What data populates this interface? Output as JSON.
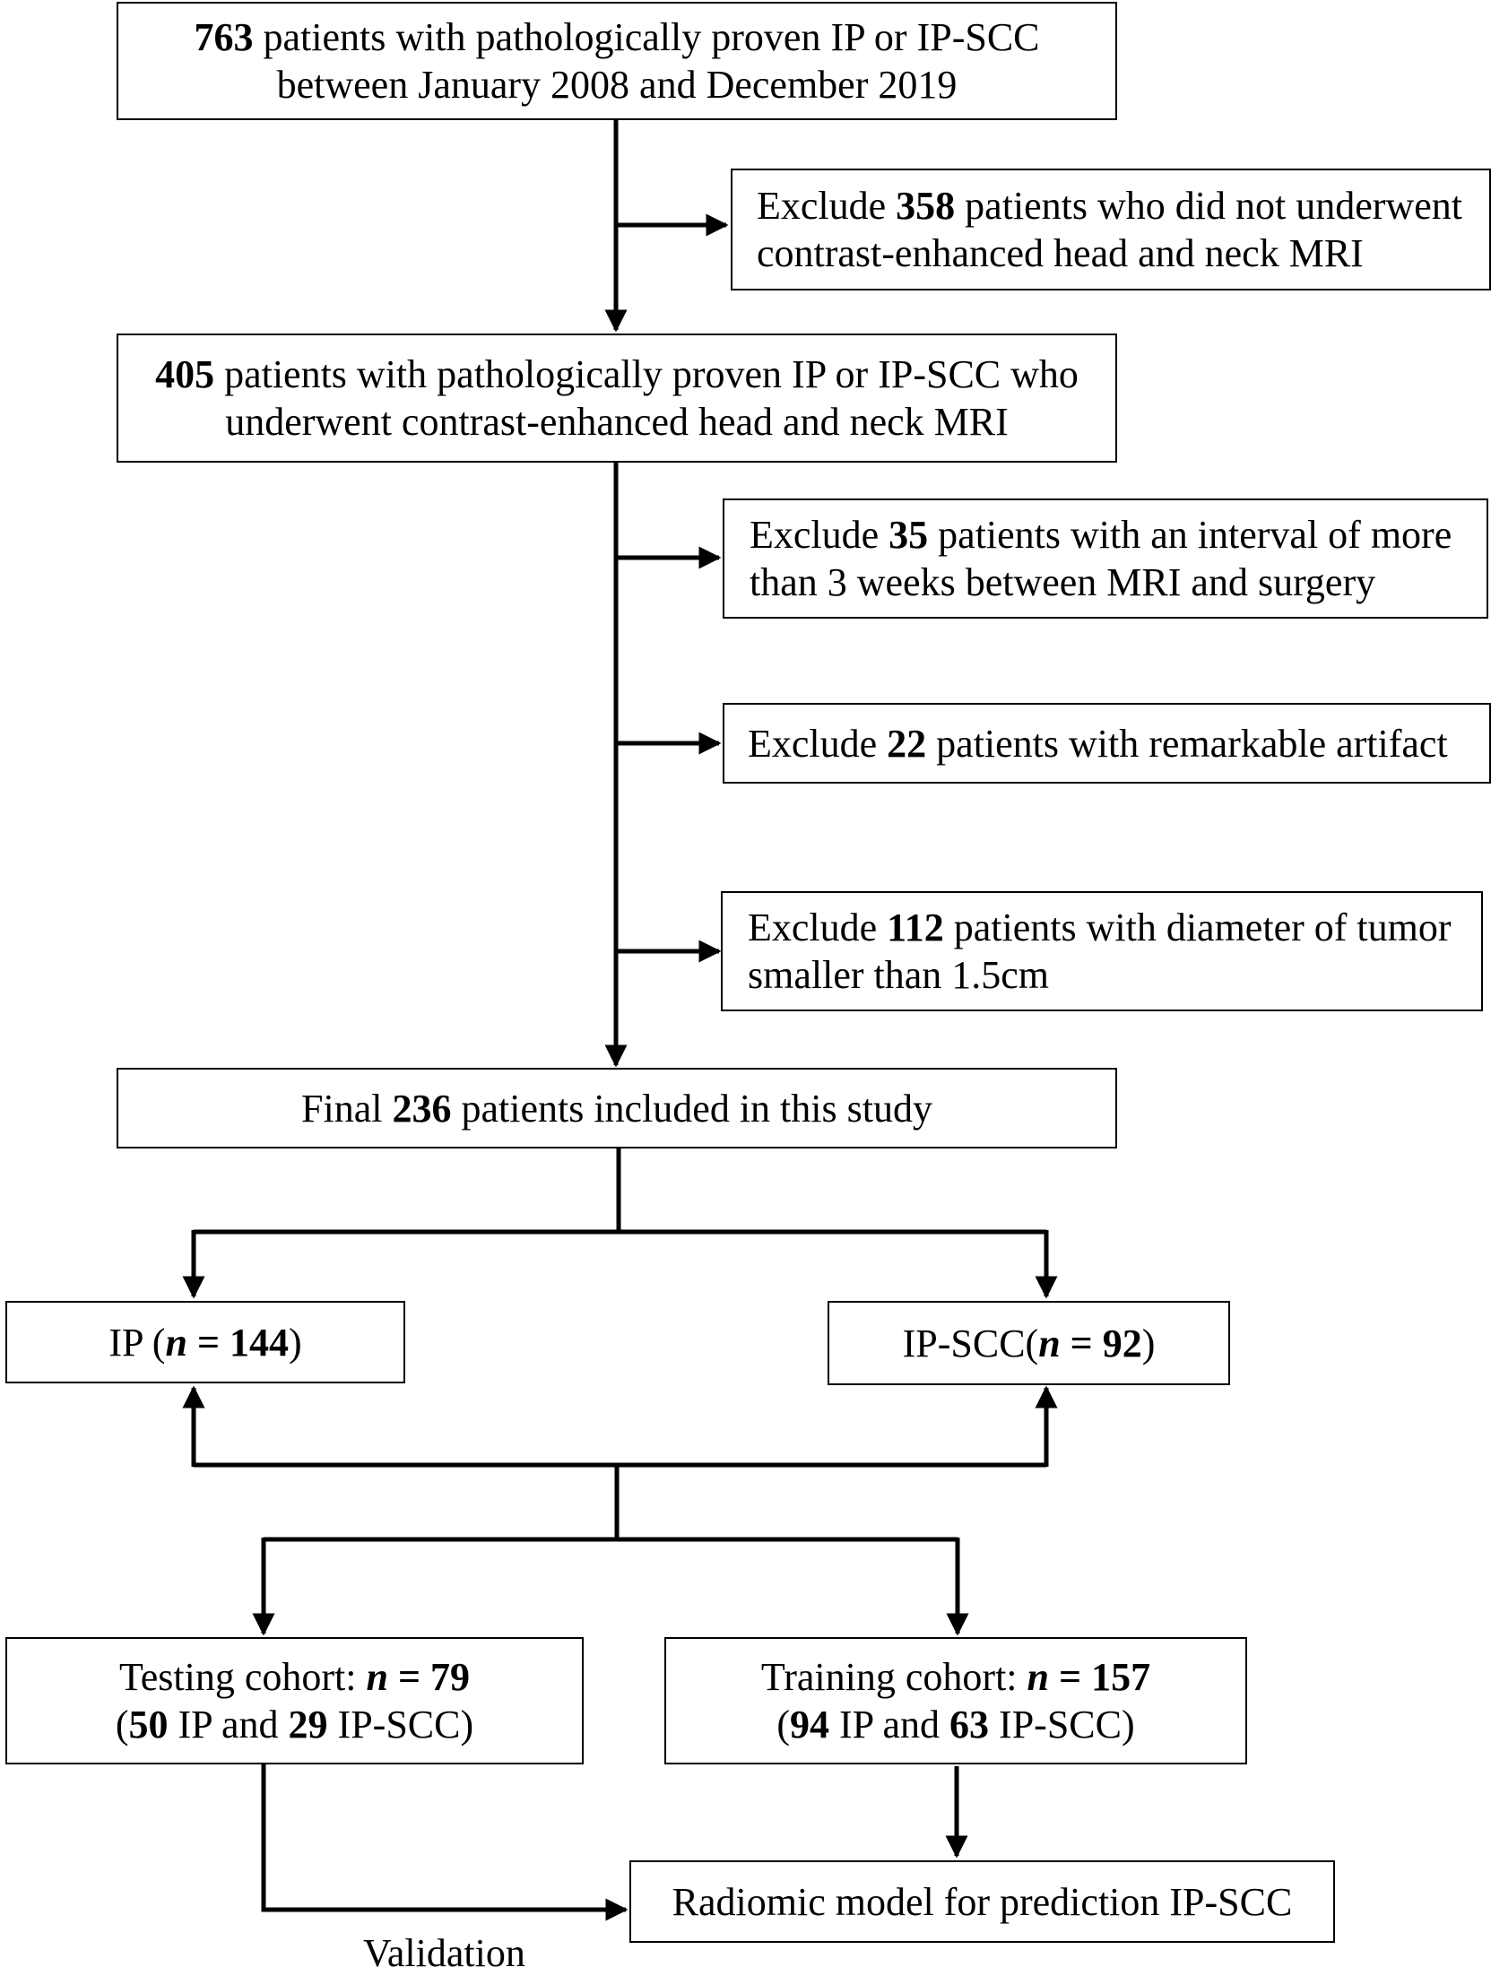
{
  "boxes": {
    "initial": {
      "l1_num": "763",
      "l1_rest": " patients with pathologically proven IP or IP-SCC",
      "l2": "between January 2008 and December 2019"
    },
    "excl1": {
      "l1_pre": "Exclude ",
      "l1_num": "358",
      "l1_rest": " patients who did not underwent",
      "l2": "contrast-enhanced head and neck MRI"
    },
    "mri": {
      "l1_num": "405",
      "l1_rest": " patients with pathologically proven IP or IP-SCC who",
      "l2": "underwent contrast-enhanced head and neck MRI"
    },
    "excl2": {
      "l1_pre": "Exclude ",
      "l1_num": "35",
      "l1_rest": " patients with an interval of more",
      "l2": "than 3 weeks between MRI and surgery"
    },
    "excl3": {
      "l1_pre": "Exclude ",
      "l1_num": "22",
      "l1_rest": " patients with remarkable artifact"
    },
    "excl4": {
      "l1_pre": "Exclude ",
      "l1_num": "112",
      "l1_rest": " patients with diameter of tumor",
      "l2": "smaller than 1.5cm"
    },
    "final": {
      "pre": "Final ",
      "num": "236",
      "rest": " patients included in this study"
    },
    "ip": {
      "pre": "IP (",
      "n": "n",
      "eq": " = 144",
      "post": ")"
    },
    "ipscc": {
      "pre": "IP-SCC(",
      "n": "n",
      "eq": " = 92",
      "post": ")"
    },
    "testing": {
      "l1_pre": "Testing cohort: ",
      "n": "n",
      "eq": " = 79",
      "l2_open": "(",
      "l2_a": "50",
      "l2_mid": " IP and ",
      "l2_b": "29",
      "l2_end": " IP-SCC)"
    },
    "training": {
      "l1_pre": "Training cohort: ",
      "n": "n",
      "eq": " = 157",
      "l2_open": "(",
      "l2_a": "94",
      "l2_mid": " IP and ",
      "l2_b": "63",
      "l2_end": " IP-SCC)"
    },
    "model": {
      "text": "Radiomic model for prediction IP-SCC"
    }
  },
  "edges": {
    "validation_label": "Validation"
  }
}
